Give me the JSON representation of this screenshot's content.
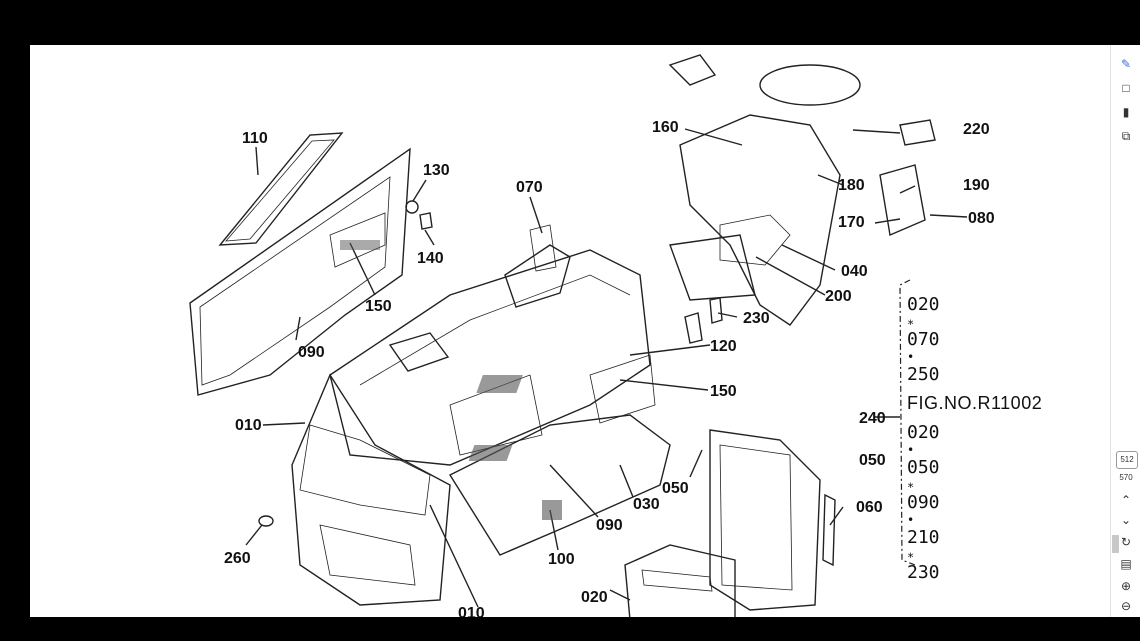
{
  "figure": {
    "fig_no": "FIG.NO.R11002",
    "series": [
      "020",
      "∗",
      "070",
      "•",
      "250"
    ],
    "series_lower": [
      "020",
      "•",
      "050",
      "∗",
      "090",
      "•",
      "210",
      "∗",
      "230"
    ]
  },
  "callouts": {
    "c110": "110",
    "c130": "130",
    "c140": "140",
    "c150a": "150",
    "c090a": "090",
    "c070": "070",
    "c160": "160",
    "c220": "220",
    "c180": "180",
    "c190": "190",
    "c170": "170",
    "c080": "080",
    "c040": "040",
    "c200": "200",
    "c230": "230",
    "c120": "120",
    "c150b": "150",
    "c010a": "010",
    "c240": "240",
    "c050a": "050",
    "c050b": "050",
    "c060": "060",
    "c030": "030",
    "c090b": "090",
    "c100": "100",
    "c260": "260",
    "c020": "020",
    "c010b": "010"
  },
  "sidebar": {
    "page_current": "512",
    "page_total": "570"
  }
}
